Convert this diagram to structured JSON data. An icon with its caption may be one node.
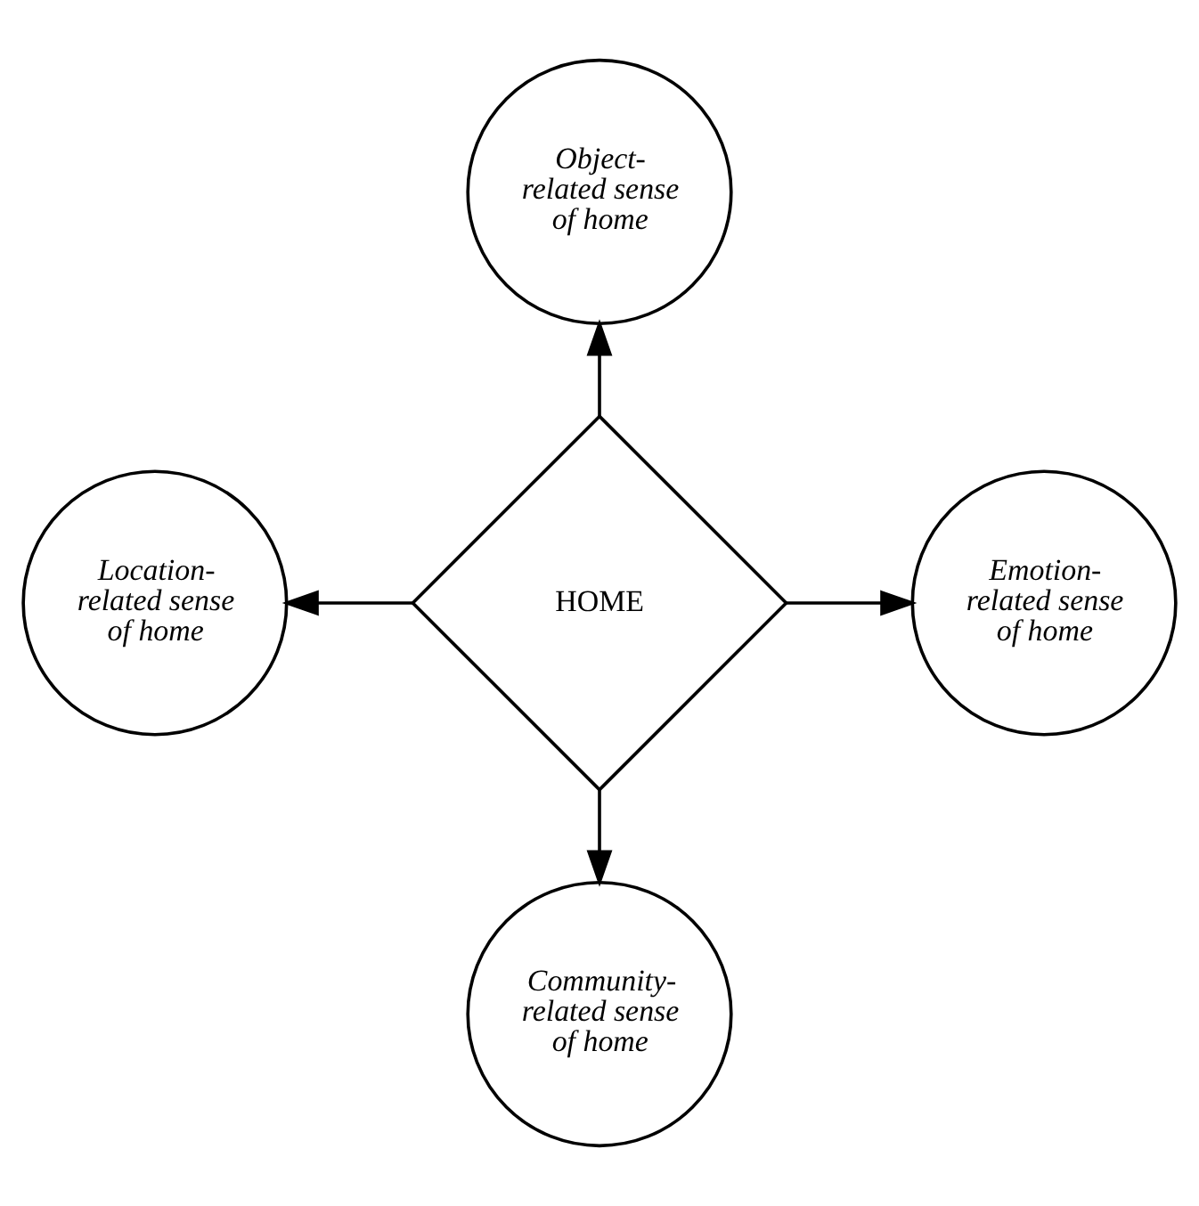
{
  "diagram": {
    "nodes": [
      {
        "text": [
          "Object-related sense of home"
        ]
      },
      {
        "text": [
          "Location-related sense of home"
        ]
      },
      {
        "text": [
          "HOME"
        ]
      },
      {
        "text": [
          "Emotion-related sense of home"
        ]
      },
      {
        "text": [
          "Community-related sense of home"
        ]
      }
    ],
    "edges": [
      {
        "from": 2,
        "to": 0,
        "arrow": "to"
      },
      {
        "from": 2,
        "to": 1,
        "arrow": "to"
      },
      {
        "from": 2,
        "to": 3,
        "arrow": "to"
      },
      {
        "from": 2,
        "to": 4,
        "arrow": "to"
      }
    ]
  }
}
